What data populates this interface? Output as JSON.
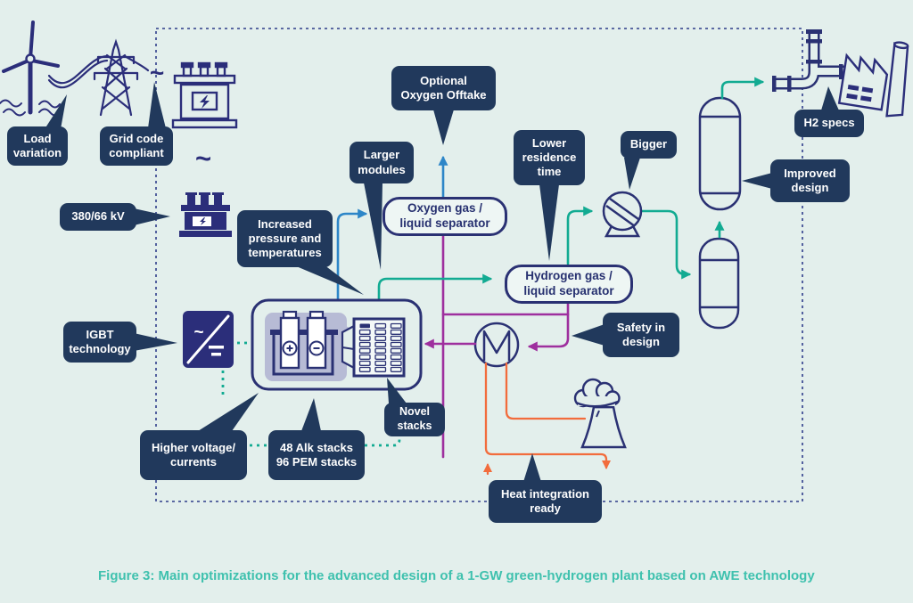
{
  "figure": {
    "caption": "Figure 3: Main optimizations for the advanced design of a 1-GW green-hydrogen plant based on AWE technology"
  },
  "colors": {
    "background": "#e3efec",
    "callout_bg": "#21395c",
    "callout_text": "#ffffff",
    "icon_navy": "#2b2e7a",
    "outline_navy": "#2a3173",
    "dashed_border": "#2e3d8a",
    "teal": "#12ab92",
    "blue": "#2d86c8",
    "purple": "#9e2f9e",
    "orange": "#f26c3c",
    "caption_teal": "#3fc1ae",
    "lavender": "#b7bbd5"
  },
  "callouts": {
    "load_variation": "Load\nvariation",
    "grid_code": "Grid code\ncompliant",
    "kv": "380/66 kV",
    "igbt": "IGBT\ntechnology",
    "higher_voltage": "Higher voltage/\ncurrents",
    "stack_count": "48 Alk stacks\n96 PEM stacks",
    "novel_stacks": "Novel\nstacks",
    "increased_pressure": "Increased\npressure and\ntemperatures",
    "larger_modules": "Larger\nmodules",
    "optional_oxygen": "Optional\nOxygen Offtake",
    "lower_residence": "Lower\nresidence\ntime",
    "bigger": "Bigger",
    "safety": "Safety in\ndesign",
    "heat_integration": "Heat integration\nready",
    "improved_design": "Improved\ndesign",
    "h2_specs": "H2 specs"
  },
  "process_labels": {
    "oxygen_separator": "Oxygen gas /\nliquid separator",
    "hydrogen_separator": "Hydrogen gas /\nliquid separator"
  },
  "decor": {
    "tilde": "~"
  },
  "icons": [
    "wind-turbine-icon",
    "transmission-tower-icon",
    "transformer-icon",
    "transformer-small-icon",
    "rectifier-icon",
    "electrolyzer-module-icon",
    "electrolysis-cell-icon",
    "stack-icon",
    "compressor-icon",
    "heat-exchanger-icon",
    "cooling-tower-icon",
    "steam-cloud-icon",
    "gas-vessel-icon",
    "pipeline-icon",
    "factory-icon"
  ]
}
